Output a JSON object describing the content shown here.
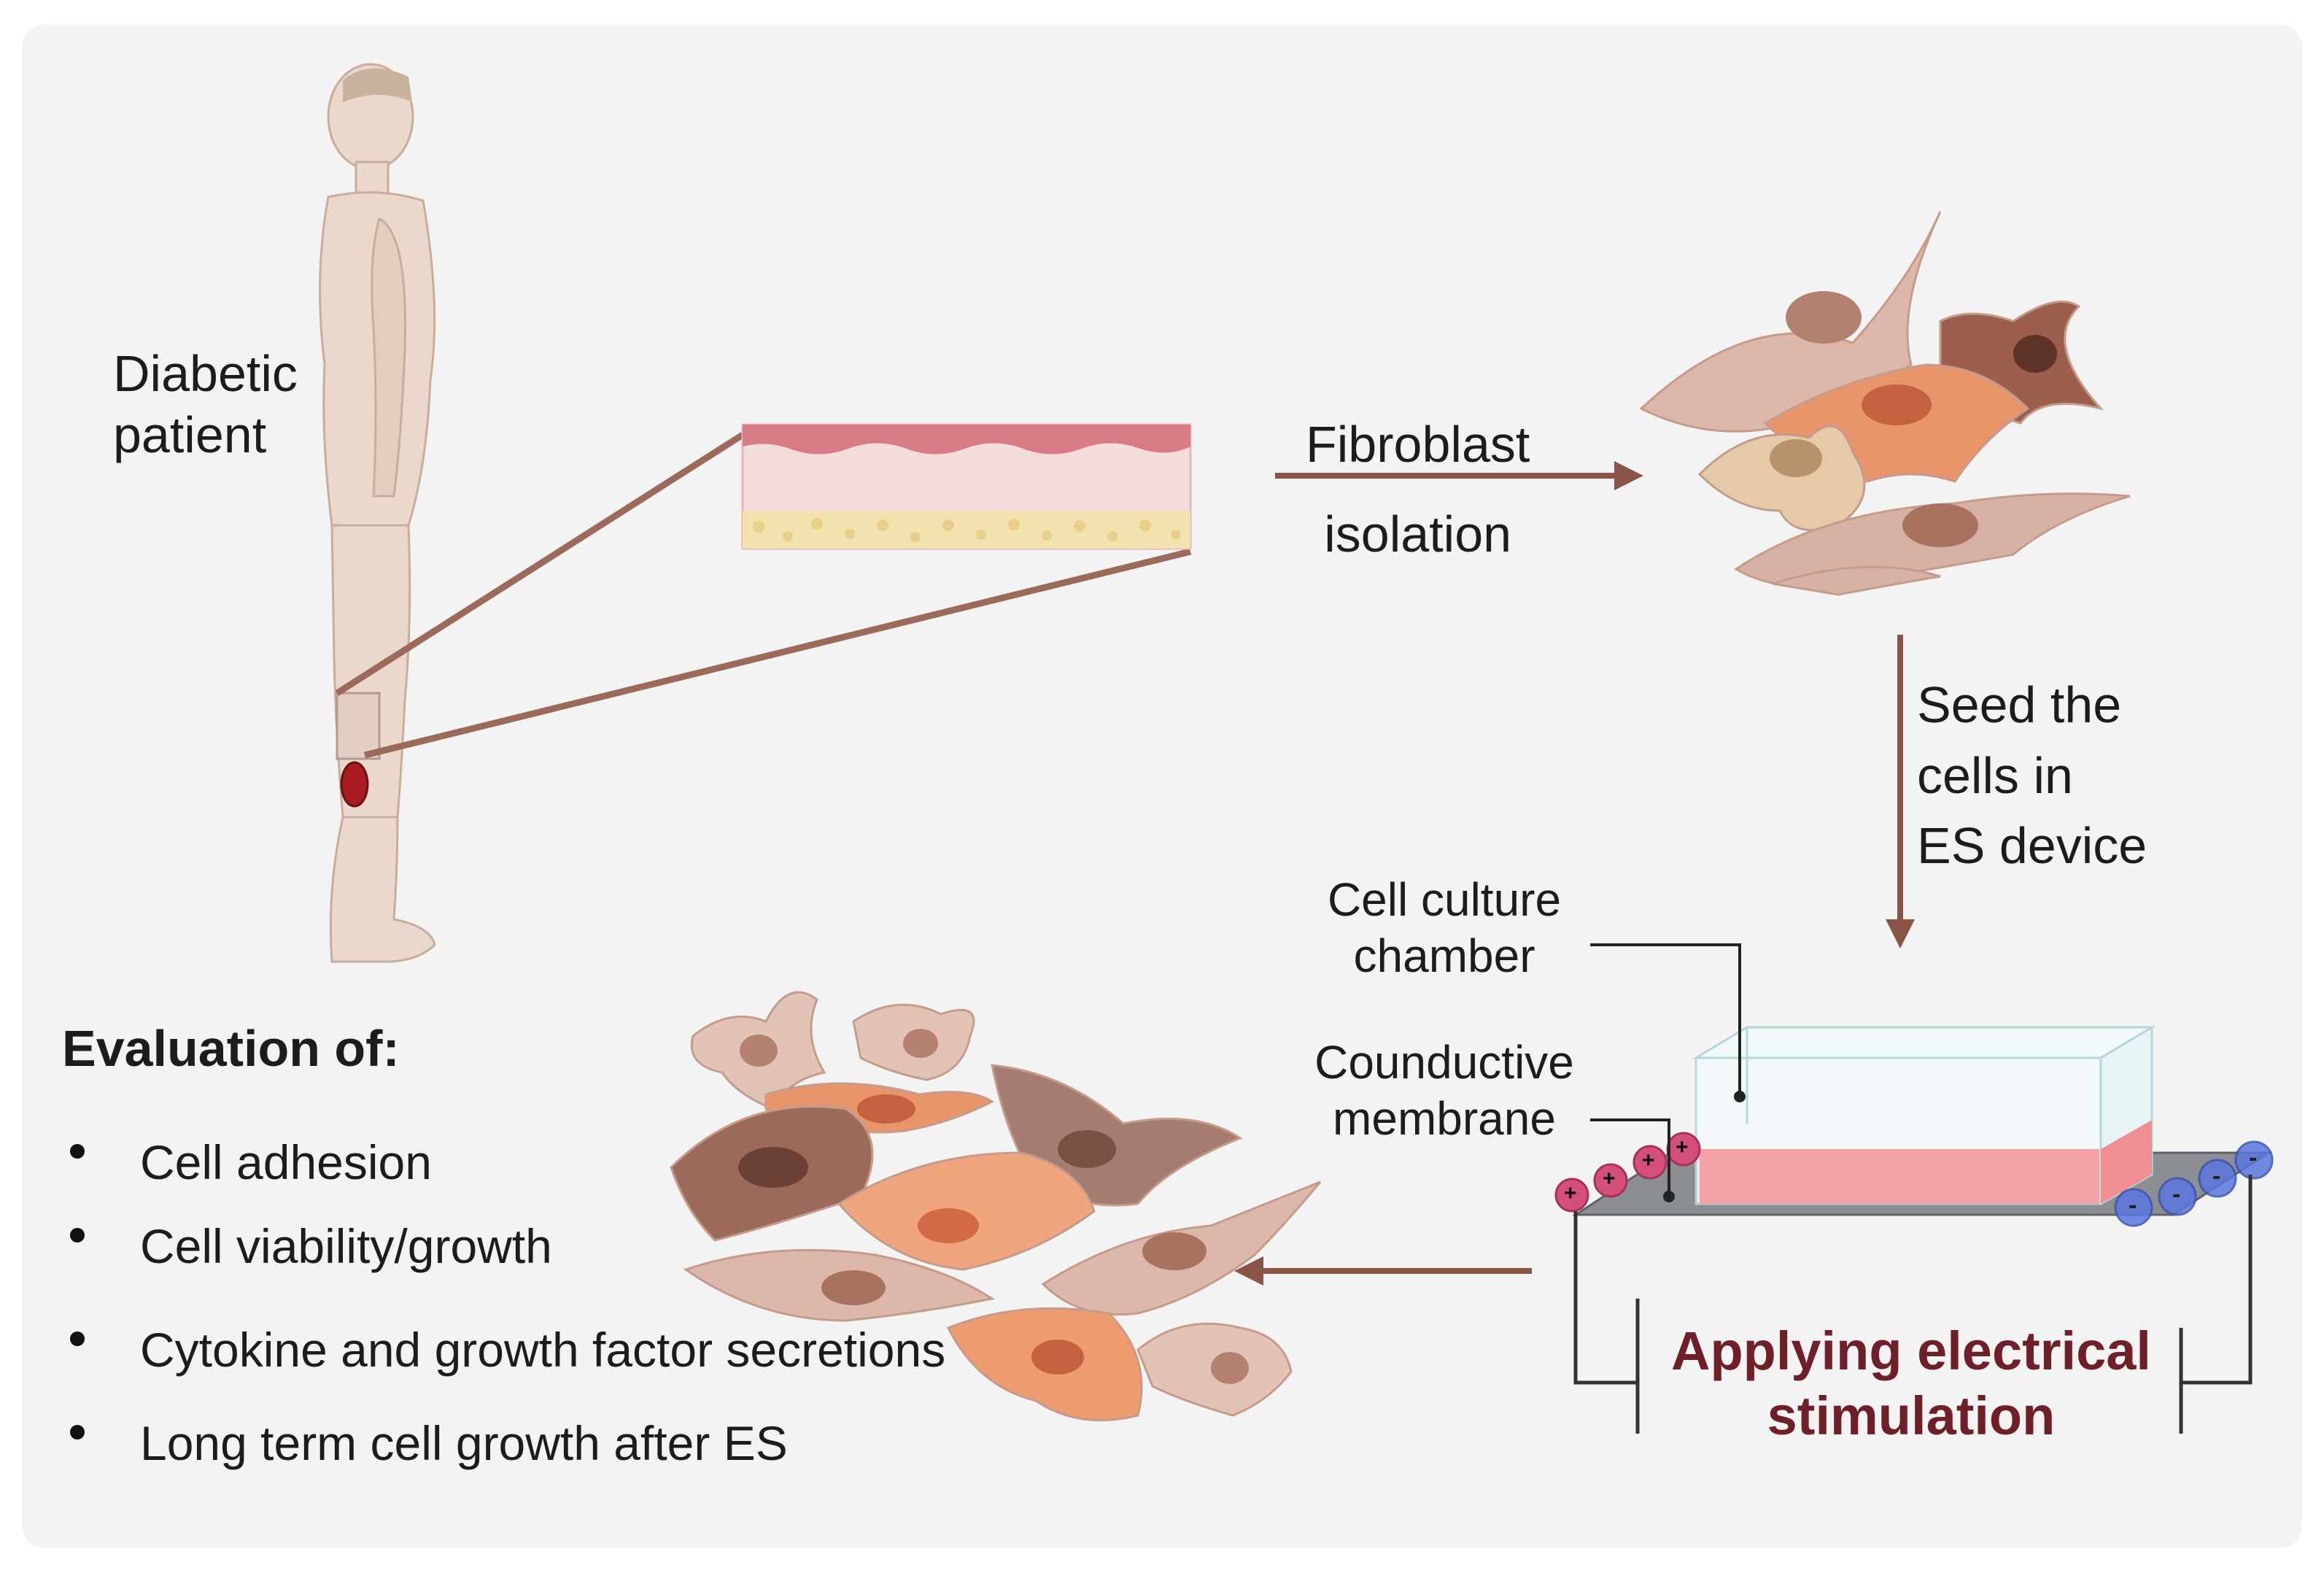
{
  "patient": {
    "line1": "Diabetic",
    "line2": "patient"
  },
  "step1": {
    "line1": "Fibroblast",
    "line2": "isolation"
  },
  "step2": {
    "line1": "Seed the",
    "line2": "cells in",
    "line3": "ES device"
  },
  "device": {
    "chamber_line1": "Cell culture",
    "chamber_line2": "chamber",
    "membrane_line1": "Counductive",
    "membrane_line2": "membrane",
    "stim_line1": "Applying electrical",
    "stim_line2": "stimulation",
    "plus_sign": "+",
    "minus_sign": "-"
  },
  "evaluation": {
    "title": "Evaluation of:",
    "items": [
      "Cell adhesion",
      "Cell viability/growth",
      "Cytokine and growth factor secretions",
      "Long term cell growth after ES"
    ]
  },
  "colors": {
    "arrow": "#8a5446",
    "stim_text": "#6e1f28",
    "cell_pink": "#dcb7aa",
    "cell_orange": "#e8956b",
    "cell_brown": "#9c6a5a",
    "medium": "#f4a2a6",
    "plus": "#d4507a",
    "minus": "#5b77e0"
  }
}
